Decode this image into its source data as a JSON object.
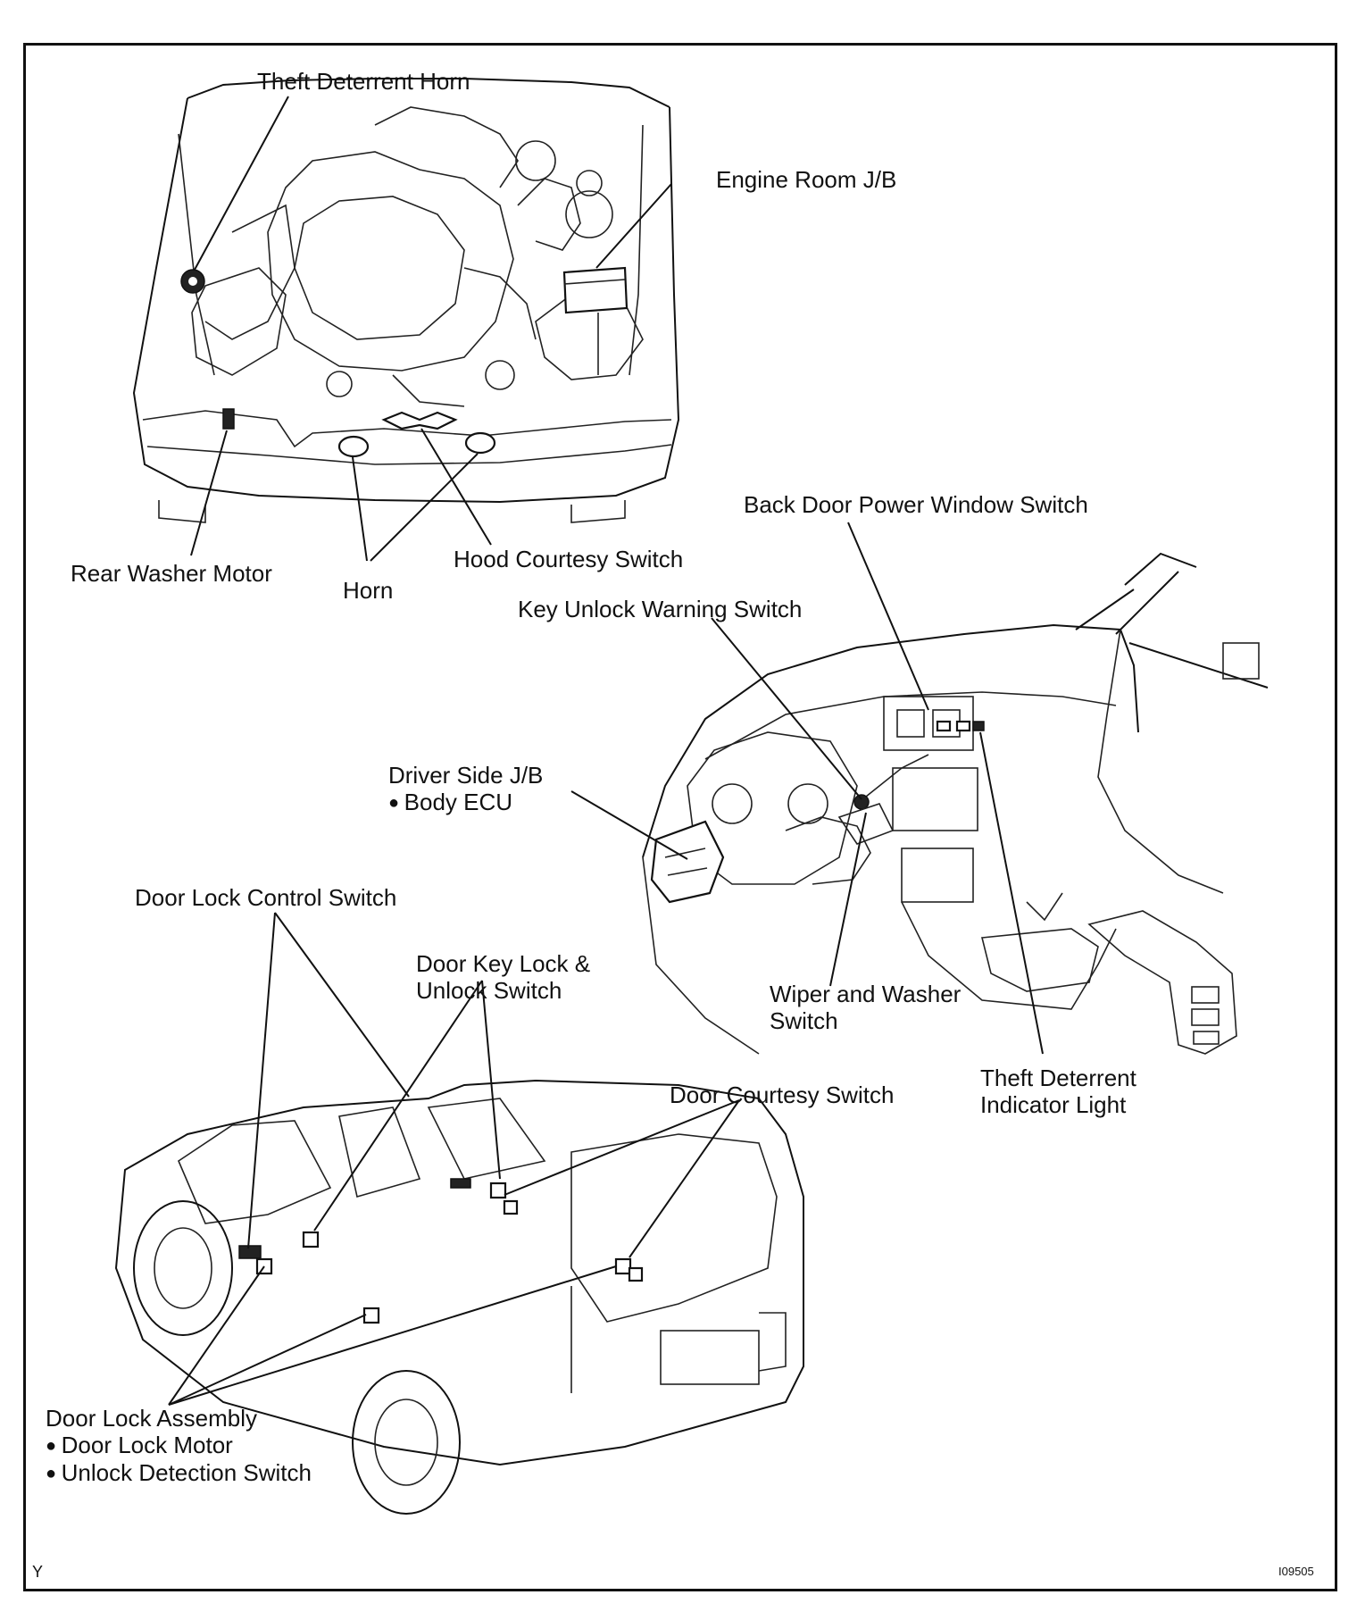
{
  "labels": {
    "theft_deterrent_horn": "Theft Deterrent Horn",
    "engine_room_jb": "Engine Room J/B",
    "rear_washer_motor": "Rear Washer Motor",
    "horn": "Horn",
    "hood_courtesy_switch": "Hood Courtesy Switch",
    "back_door_power_window_switch": "Back Door Power Window Switch",
    "key_unlock_warning_switch": "Key Unlock Warning Switch",
    "driver_side_jb": "Driver Side J/B",
    "body_ecu": "Body ECU",
    "door_lock_control_switch": "Door Lock Control Switch",
    "door_key_lock_line1": "Door Key Lock &",
    "door_key_lock_line2": "Unlock Switch",
    "wiper_washer_line1": "Wiper and Washer",
    "wiper_washer_line2": "Switch",
    "door_courtesy_switch": "Door Courtesy Switch",
    "theft_indicator_line1": "Theft Deterrent",
    "theft_indicator_line2": "Indicator Light",
    "door_lock_assembly": "Door Lock Assembly",
    "door_lock_motor": "Door Lock Motor",
    "unlock_detection_switch": "Unlock Detection Switch"
  },
  "corner_left": "Y",
  "figure_id": "I09505"
}
